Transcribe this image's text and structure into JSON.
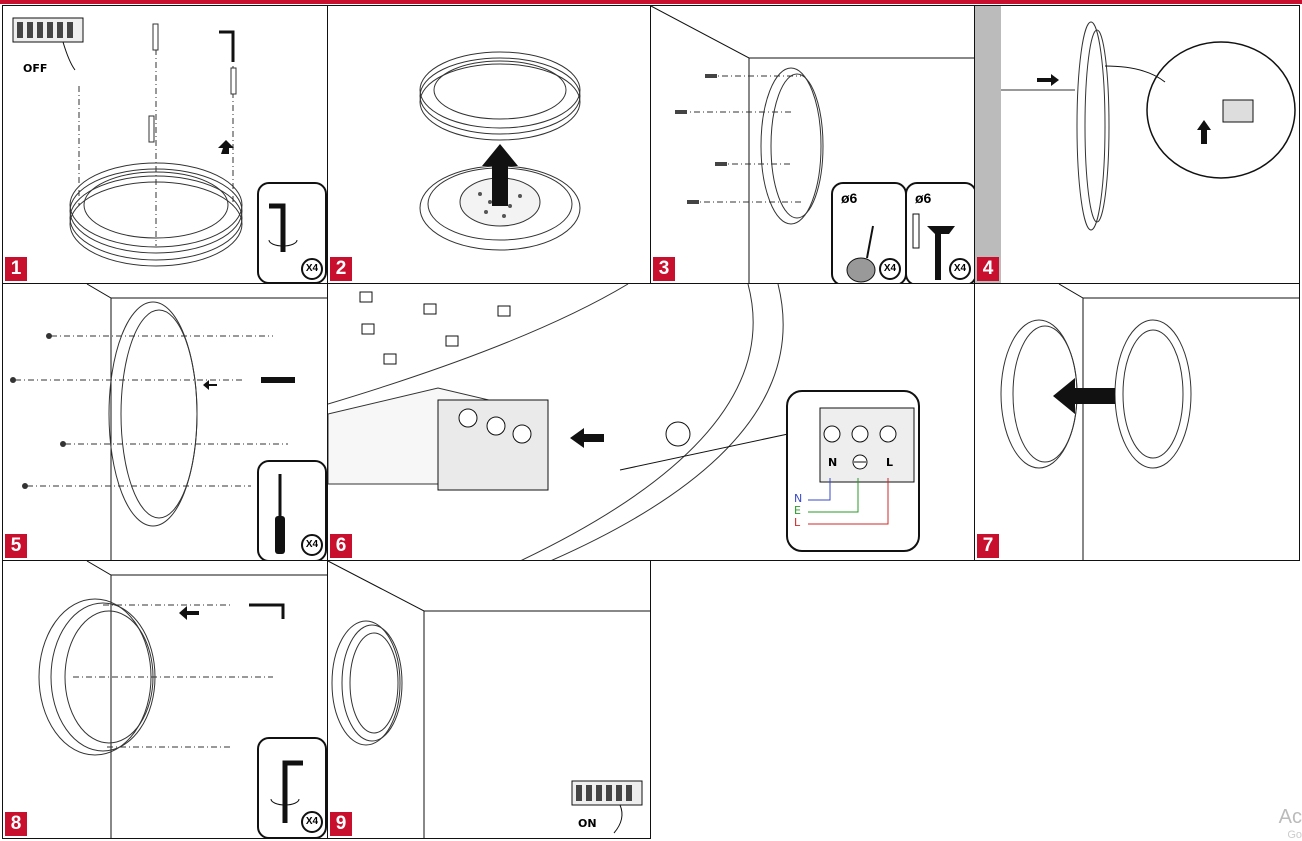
{
  "steps": [
    "1",
    "2",
    "3",
    "4",
    "5",
    "6",
    "7",
    "8",
    "9"
  ],
  "labels": {
    "off": "OFF",
    "on": "ON",
    "qty": "X4",
    "drill_size": "ø6",
    "terminal_n": "N",
    "terminal_l": "L"
  },
  "wires": [
    {
      "code": "N",
      "color": "#3a49c9"
    },
    {
      "code": "E",
      "color": "#2a9a2a"
    },
    {
      "code": "L",
      "color": "#d12a2a"
    }
  ],
  "watermark": {
    "line1": "Ac",
    "line2": "Go"
  },
  "colors": {
    "accent": "#c8102e",
    "line": "#111111"
  },
  "icons": [
    "breaker-icon",
    "hex-key-icon",
    "screwdriver-icon",
    "drill-icon",
    "hammer-icon",
    "wall-plug-icon",
    "arrow-icon",
    "terminal-block-icon",
    "earth-symbol-icon"
  ]
}
